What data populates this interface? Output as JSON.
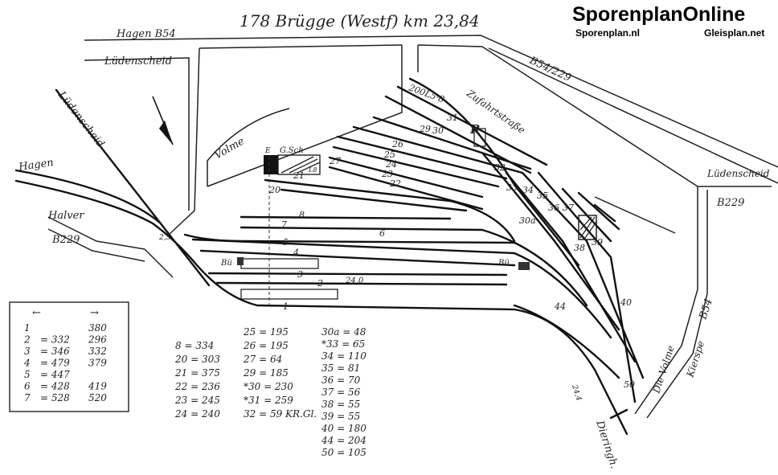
{
  "title": "178 Brügge (Westf) km 23,84",
  "brand": {
    "name": "SporenplanOnline",
    "site1": "Sporenplan.nl",
    "site2": "Gleisplan.net"
  },
  "places": {
    "hagen_b54": "Hagen B54",
    "b54_229": "B54/229",
    "ludenscheid_top": "Lüdenscheid",
    "ludenscheid_line": "Lüdenscheid",
    "ludenscheid_right": "Lüdenscheid",
    "hagen_line": "Hagen",
    "halver": "Halver",
    "b229_left": "B229",
    "b229_right": "B229",
    "volme_left": "Volme",
    "volme_right": "Die Volme",
    "b54_right": "B54",
    "kierspe": "Kierspe",
    "dieringh": "Dieringh.",
    "zufahrt": "Zufahrtstraße",
    "e_label": "E",
    "gsch": "G.Sch",
    "lr_label": "L8",
    "bu_left": "Bü",
    "bu_right": "Bü",
    "km_left": "2,5",
    "km_right": "24,0",
    "km_bottom": "24,4",
    "b200": "200L5·8",
    "r_sign": "R"
  },
  "track_numbers": [
    "1",
    "2",
    "3",
    "4",
    "5",
    "6",
    "7",
    "8",
    "20",
    "21",
    "22",
    "23",
    "24",
    "25",
    "26",
    "27",
    "29",
    "30",
    "31",
    "32",
    "33",
    "34",
    "35",
    "36",
    "37",
    "38",
    "39",
    "30a",
    "40",
    "44",
    "50"
  ],
  "length_table": {
    "header_left": "←",
    "header_right": "→",
    "rows": [
      {
        "track": "1",
        "left": "",
        "right": "380"
      },
      {
        "track": "2",
        "left": "332",
        "right": "296"
      },
      {
        "track": "3",
        "left": "346",
        "right": "332"
      },
      {
        "track": "4",
        "left": "479",
        "right": "379"
      },
      {
        "track": "5",
        "left": "447",
        "right": ""
      },
      {
        "track": "6",
        "left": "428",
        "right": "419"
      },
      {
        "track": "7",
        "left": "528",
        "right": "520"
      }
    ]
  },
  "length_lists": {
    "col1": [
      {
        "k": "8",
        "v": "334"
      },
      {
        "k": "20",
        "v": "303"
      },
      {
        "k": "21",
        "v": "375"
      },
      {
        "k": "22",
        "v": "236"
      },
      {
        "k": "23",
        "v": "245"
      },
      {
        "k": "24",
        "v": "240"
      }
    ],
    "col2": [
      {
        "k": "25",
        "v": "195"
      },
      {
        "k": "26",
        "v": "195"
      },
      {
        "k": "27",
        "v": "64"
      },
      {
        "k": "29",
        "v": "185"
      },
      {
        "k": "*30",
        "v": "230"
      },
      {
        "k": "*31",
        "v": "259"
      },
      {
        "k": "32",
        "v": "59 KR.Gl."
      }
    ],
    "col3": [
      {
        "k": "30a",
        "v": "48"
      },
      {
        "k": "*33",
        "v": "65"
      },
      {
        "k": "34",
        "v": "110"
      },
      {
        "k": "35",
        "v": "81"
      },
      {
        "k": "36",
        "v": "70"
      },
      {
        "k": "37",
        "v": "56"
      },
      {
        "k": "38",
        "v": "55"
      },
      {
        "k": "39",
        "v": "55"
      },
      {
        "k": "40",
        "v": "180"
      },
      {
        "k": "44",
        "v": "204"
      },
      {
        "k": "50",
        "v": "105"
      }
    ]
  }
}
